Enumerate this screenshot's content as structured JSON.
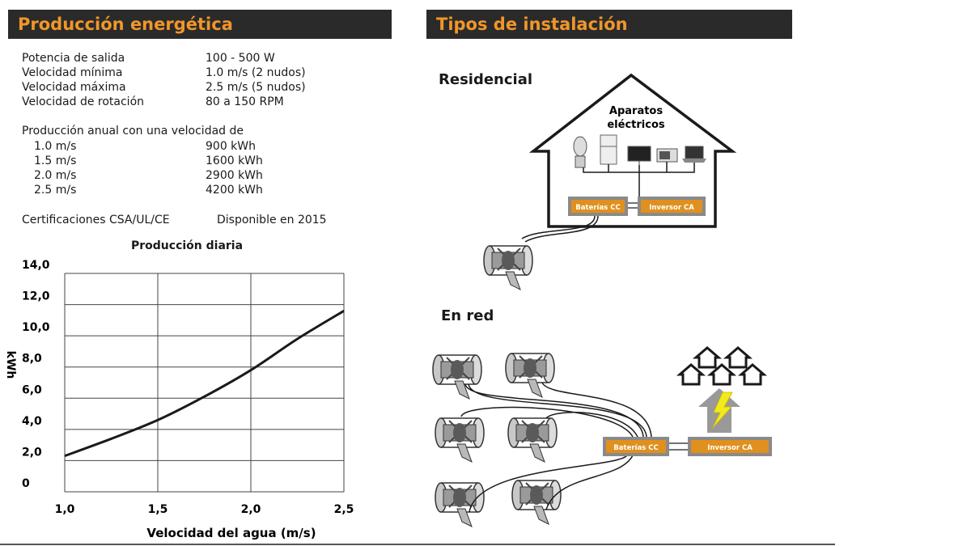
{
  "left_panel": {
    "title": "Producción energética",
    "specs": [
      {
        "label": "Potencia de salida",
        "value": "100 - 500 W"
      },
      {
        "label": "Velocidad mínima",
        "value": "1.0 m/s (2 nudos)"
      },
      {
        "label": "Velocidad máxima",
        "value": "2.5 m/s (5 nudos)"
      },
      {
        "label": "Velocidad de rotación",
        "value": "80 a 150 RPM"
      }
    ],
    "annual_heading": "Producción anual con una velocidad de",
    "annual": [
      {
        "label": "1.0 m/s",
        "value": "900 kWh"
      },
      {
        "label": "1.5 m/s",
        "value": "1600 kWh"
      },
      {
        "label": "2.0 m/s",
        "value": "2900 kWh"
      },
      {
        "label": "2.5 m/s",
        "value": "4200 kWh"
      }
    ],
    "certifications": "Certificaciones CSA/UL/CE",
    "availability": "Disponible en 2015"
  },
  "chart_data": {
    "type": "line",
    "title": "Producción diaria",
    "xlabel": "Velocidad del agua (m/s)",
    "ylabel": "kWh",
    "x_ticks": [
      "1,0",
      "1,5",
      "2,0",
      "2,5"
    ],
    "y_ticks": [
      "0",
      "2,0",
      "4,0",
      "6,0",
      "8,0",
      "10,0",
      "12,0",
      "14,0"
    ],
    "xlim": [
      1.0,
      2.5
    ],
    "ylim": [
      0,
      14
    ],
    "grid": true,
    "series": [
      {
        "x": [
          1.0,
          1.25,
          1.5,
          1.75,
          2.0,
          2.25,
          2.5
        ],
        "y": [
          2.3,
          3.4,
          4.6,
          6.1,
          7.8,
          9.8,
          11.6
        ],
        "color": "#1a1a1a"
      }
    ]
  },
  "right_panel": {
    "title": "Tipos de instalación",
    "residencial": {
      "heading": "Residencial",
      "appliances_label_1": "Aparatos",
      "appliances_label_2": "eléctricos",
      "battery_label": "Baterías CC",
      "inverter_label": "Inversor CA"
    },
    "en_red": {
      "heading": "En red",
      "battery_label": "Baterías CC",
      "inverter_label": "Inversor CA"
    },
    "accent_color": "#e0901e",
    "box_color": "#8a8a8a"
  }
}
